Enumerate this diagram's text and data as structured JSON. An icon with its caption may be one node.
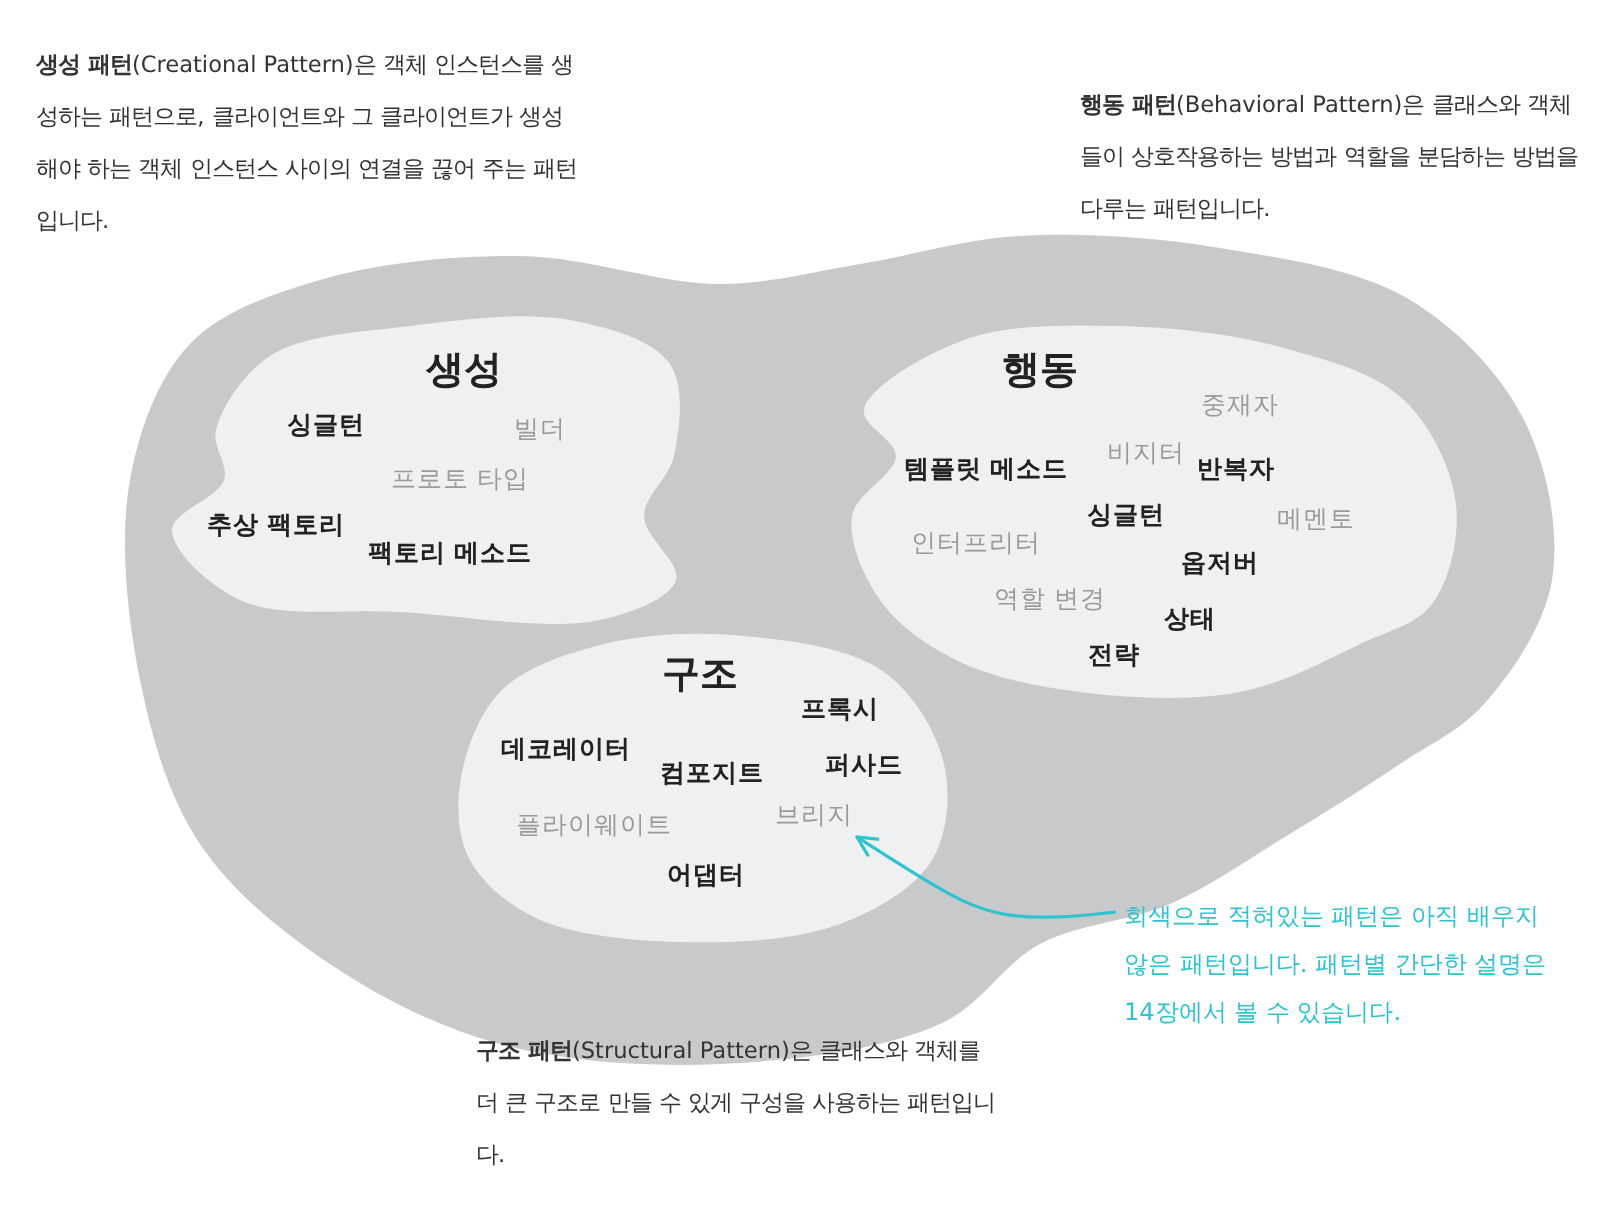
{
  "diagram": {
    "nodes": [
      {
        "text": [],
        "shape": "cloud"
      },
      {
        "text": [
          "생성"
        ],
        "in": 0
      },
      {
        "text": [
          "싱글턴"
        ],
        "in": 1
      },
      {
        "text": [
          "빌더"
        ],
        "in": 1
      },
      {
        "text": [
          "프로토 타입"
        ],
        "in": 1
      },
      {
        "text": [
          "추상 팩토리"
        ],
        "in": 1
      },
      {
        "text": [
          "팩토리 메소드"
        ],
        "in": 1
      },
      {
        "text": [
          "행동"
        ],
        "in": 0
      },
      {
        "text": [
          "중재자"
        ],
        "in": 7
      },
      {
        "text": [
          "템플릿 메소드"
        ],
        "in": 7
      },
      {
        "text": [
          "비지터"
        ],
        "in": 7
      },
      {
        "text": [
          "반복자"
        ],
        "in": 7
      },
      {
        "text": [
          "싱글턴"
        ],
        "in": 7
      },
      {
        "text": [
          "메멘토"
        ],
        "in": 7
      },
      {
        "text": [
          "인터프리터"
        ],
        "in": 7
      },
      {
        "text": [
          "옵저버"
        ],
        "in": 7
      },
      {
        "text": [
          "역할 변경"
        ],
        "in": 7
      },
      {
        "text": [
          "상태"
        ],
        "in": 7
      },
      {
        "text": [
          "전략"
        ],
        "in": 7
      },
      {
        "text": [
          "구조"
        ],
        "in": 0
      },
      {
        "text": [
          "프록시"
        ],
        "in": 19
      },
      {
        "text": [
          "데코레이터"
        ],
        "in": 19
      },
      {
        "text": [
          "컴포지트"
        ],
        "in": 19
      },
      {
        "text": [
          "퍼사드"
        ],
        "in": 19
      },
      {
        "text": [
          "플라이웨이트"
        ],
        "in": 19
      },
      {
        "text": [
          "브리지"
        ],
        "in": 19
      },
      {
        "text": [
          "어댑터"
        ],
        "in": 19
      },
      {
        "text": [
          "회색으로 적혀있는 패턴은 아직 배우지 않은 패턴입니다. 패턴별 간단한 설명은 14장에서 볼 수 있습니다."
        ]
      }
    ],
    "edges": [
      {
        "from": 27,
        "to": 25,
        "arrow": "to"
      }
    ],
    "labels": [
      "**생성 패턴**(Creational Pattern)은 객체 인스턴스를 생성하는 패턴으로, 클라이언트와 그 클라이언트가 생성해야 하는 객체 인스턴스 사이의 연결을 끊어 주는 패턴입니다.",
      "**행동 패턴**(Behavioral Pattern)은 클래스와 객체들이 상호작용하는 방법과 역할을 분담하는 방법을 다루는 패턴입니다.",
      "**구조 패턴**(Structural Pattern)은 클래스와 객체를 더 큰 구조로 만들 수 있게 구성을 사용하는 패턴입니다."
    ]
  }
}
